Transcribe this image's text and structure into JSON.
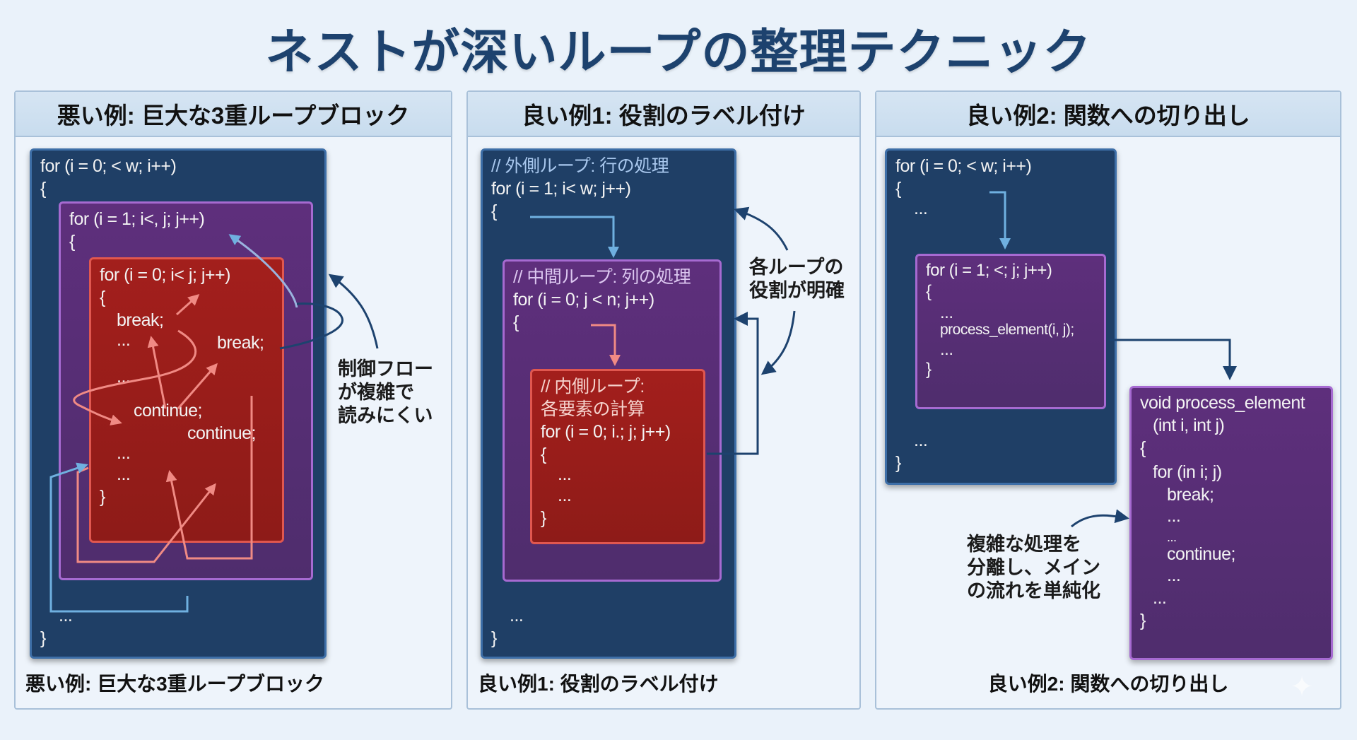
{
  "title": "ネストが深いループの整理テクニック",
  "colors": {
    "title": "#1d426e",
    "outer_loop": "#1f3f66",
    "middle_loop": "#5e2f7c",
    "inner_loop": "#a31f1c",
    "arrow_dark": "#1d426e",
    "arrow_light_blue": "#6fb0e0",
    "arrow_pink": "#f08a84"
  },
  "panels": [
    {
      "header": "悪い例: 巨大な3重ループブロック",
      "footer": "悪い例: 巨大な3重ループブロック",
      "note": [
        "制御フロー",
        "が複雑で",
        "読みにくい"
      ],
      "outer": [
        "for (i = 0; < w; i++)",
        "{",
        "...",
        "}"
      ],
      "middle": [
        "for (i = 1; i<, j; j++)",
        "{"
      ],
      "inner": [
        "for (i = 0; i< j; j++)",
        "{",
        "break;",
        "...",
        "break;",
        "...",
        "continue;",
        "continue;",
        "...",
        "...",
        "}"
      ]
    },
    {
      "header": "良い例1: 役割のラベル付け",
      "footer": "良い例1: 役割のラベル付け",
      "note": [
        "各ループの",
        "役割が明確"
      ],
      "outer": [
        "// 外側ループ: 行の処理",
        "for (i = 1; i< w; j++)",
        "{",
        "...",
        "}"
      ],
      "middle": [
        "// 中間ループ: 列の処理",
        "for (i = 0; j < n; j++)",
        "{"
      ],
      "inner": [
        "// 内側ループ:",
        "各要素の計算",
        "for (i = 0; i.; j; j++)",
        "{",
        "...",
        "...",
        "}"
      ]
    },
    {
      "header": "良い例2: 関数への切り出し",
      "footer": "良い例2: 関数への切り出し",
      "note": [
        "複雑な処理を",
        "分離し、メイン",
        "の流れを単純化"
      ],
      "outer": [
        "for (i = 0; < w; i++)",
        "{",
        "...",
        "...",
        "}"
      ],
      "middle": [
        "for (i = 1; <; j; j++)",
        "{",
        "...",
        "process_element(i, j);",
        "...",
        "}"
      ],
      "function": [
        "void process_element",
        "(int i, int j)",
        "{",
        "for (in i; j)",
        "break;",
        "...",
        "...",
        "continue;",
        "...",
        "...",
        "}"
      ]
    }
  ]
}
